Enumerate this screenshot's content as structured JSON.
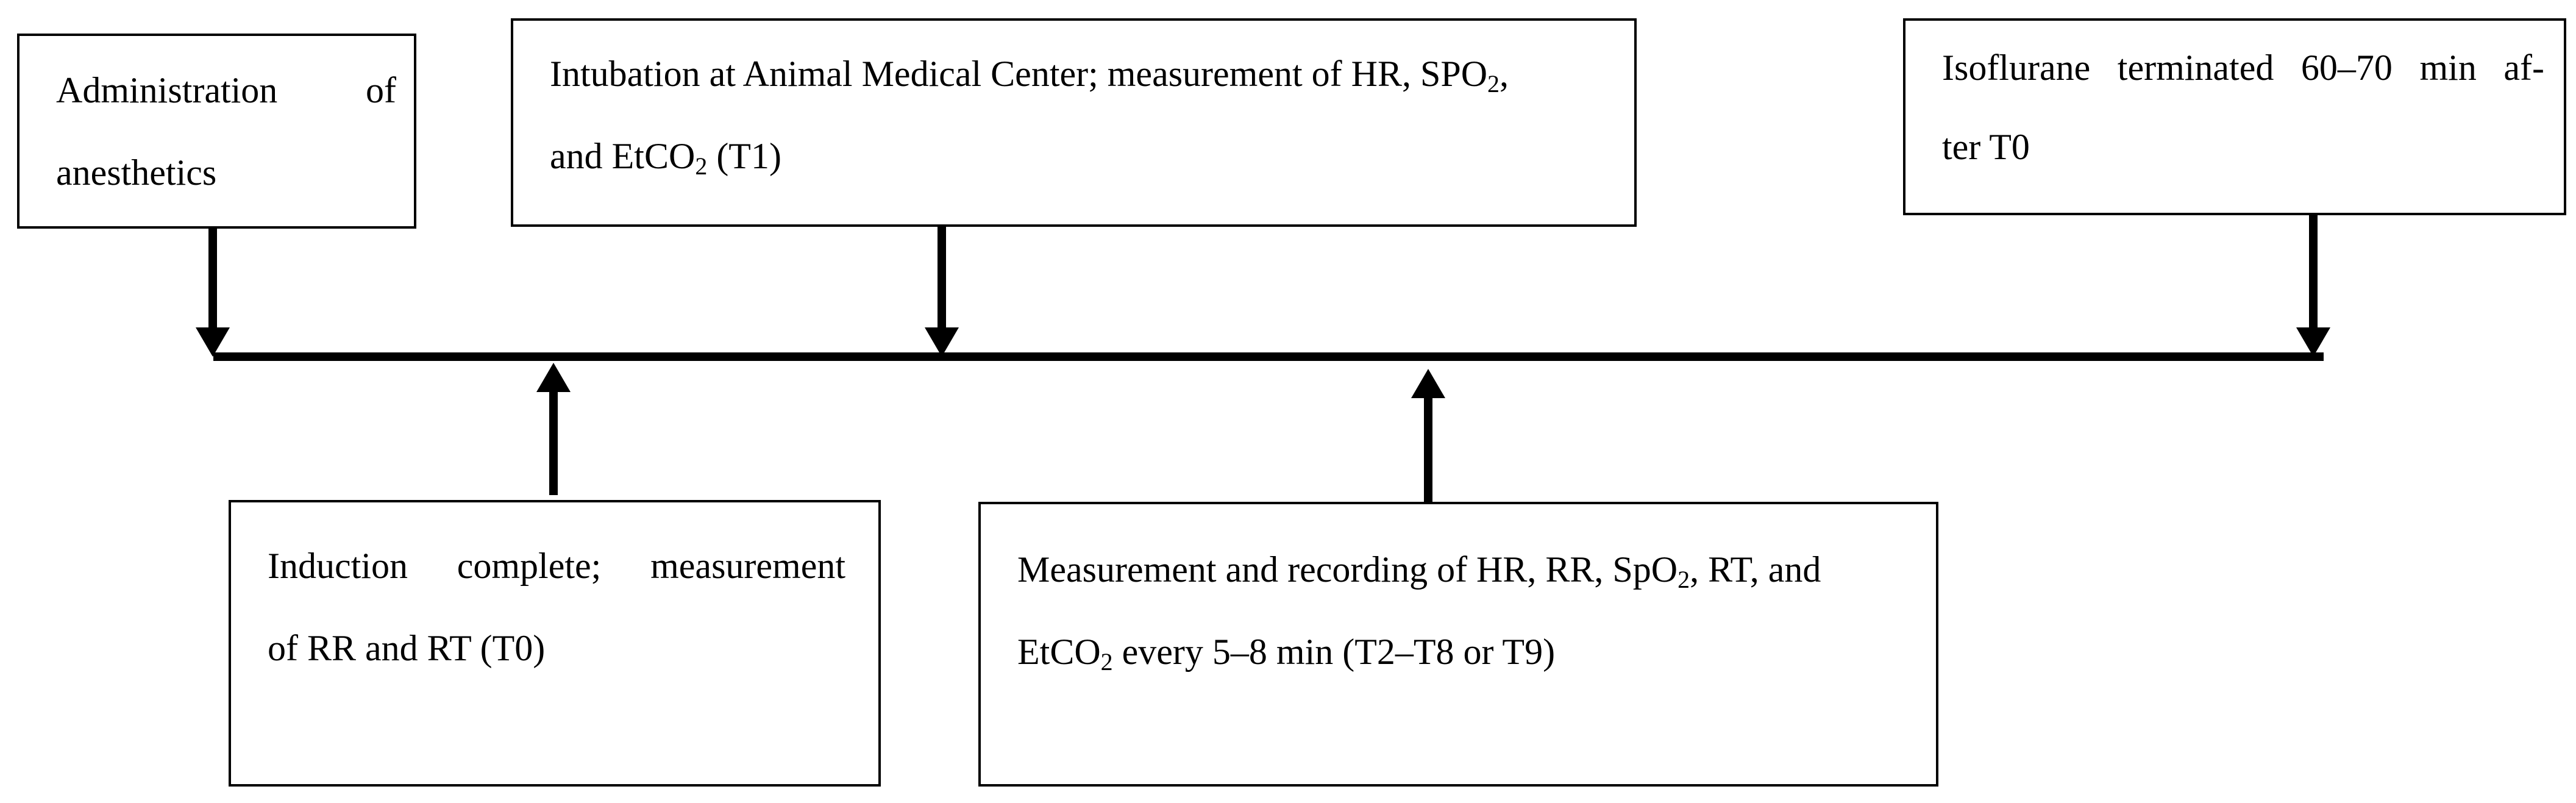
{
  "boxes": {
    "anesthetics": {
      "line1_a": "Administration",
      "line1_b": "of",
      "line2": "anesthetics"
    },
    "intubation": {
      "line1_a": "Intubation at Animal Medical Center; measurement of HR, SPO",
      "line1_sub": "2",
      "line1_b": ",",
      "line2_a": "and EtCO",
      "line2_sub": "2",
      "line2_b": " (T1)"
    },
    "isoflurane": {
      "line1": "Isoflurane terminated 60–70 min af-",
      "line2": "ter T0"
    },
    "induction": {
      "line1": "Induction complete; measurement",
      "line2": "of RR and RT (T0)"
    },
    "measurement": {
      "line1_a": "Measurement and recording of HR, RR, SpO",
      "line1_sub": "2",
      "line1_b": ", RT, and",
      "line2_a": "EtCO",
      "line2_sub": "2",
      "line2_b": " every 5–8 min (T2–T8 or T9)"
    }
  }
}
